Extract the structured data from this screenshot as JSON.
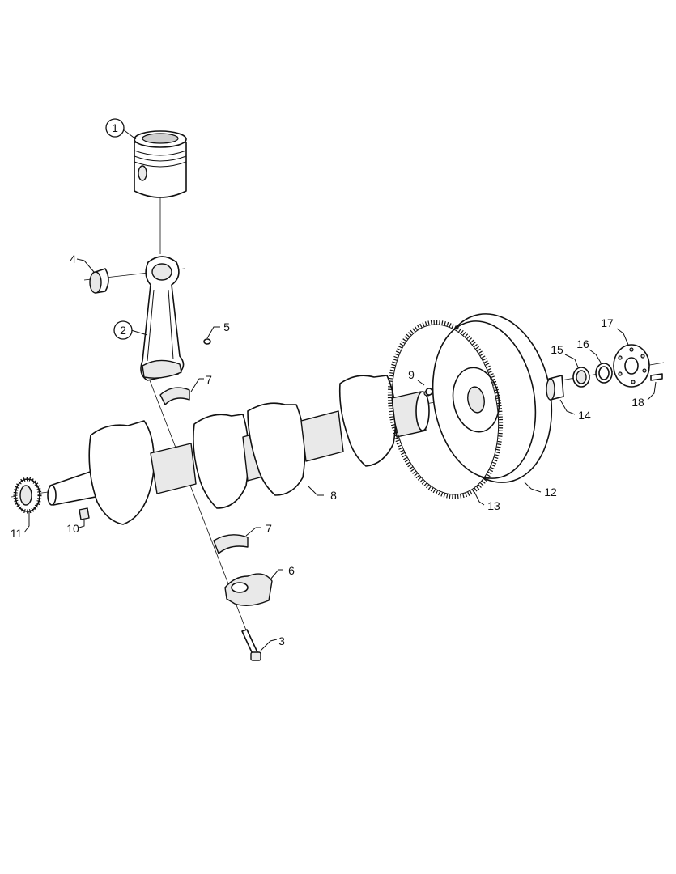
{
  "callouts": [
    {
      "id": "1",
      "text": "1"
    },
    {
      "id": "2",
      "text": "2"
    },
    {
      "id": "3",
      "text": "3"
    },
    {
      "id": "4",
      "text": "4"
    },
    {
      "id": "5",
      "text": "5"
    },
    {
      "id": "6",
      "text": "6"
    },
    {
      "id": "7a",
      "text": "7"
    },
    {
      "id": "7b",
      "text": "7"
    },
    {
      "id": "8",
      "text": "8"
    },
    {
      "id": "9",
      "text": "9"
    },
    {
      "id": "10",
      "text": "10"
    },
    {
      "id": "11",
      "text": "11"
    },
    {
      "id": "12",
      "text": "12"
    },
    {
      "id": "13",
      "text": "13"
    },
    {
      "id": "14",
      "text": "14"
    },
    {
      "id": "15",
      "text": "15"
    },
    {
      "id": "16",
      "text": "16"
    },
    {
      "id": "17",
      "text": "17"
    },
    {
      "id": "18",
      "text": "18"
    }
  ]
}
